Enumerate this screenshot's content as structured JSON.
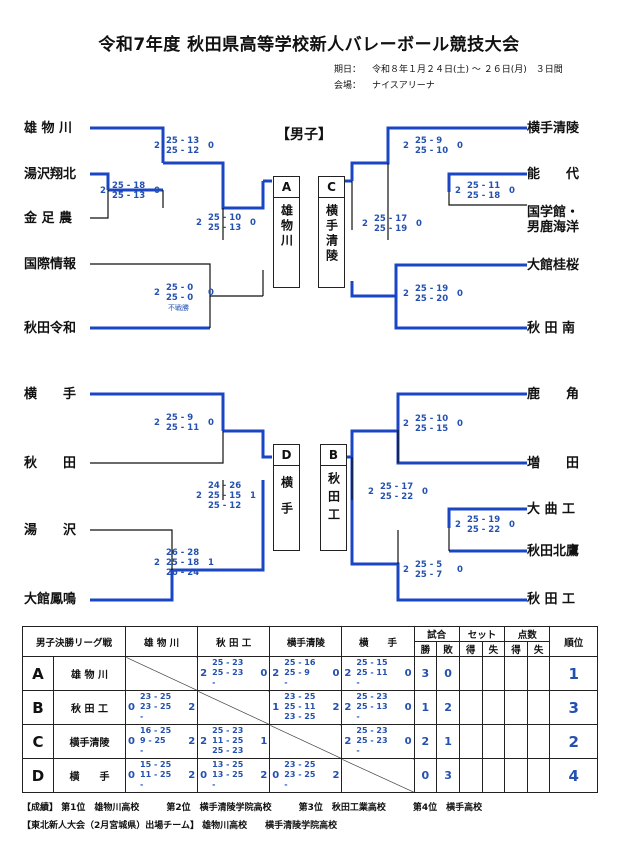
{
  "title": "令和7年度 秋田県高等学校新人バレーボール競技大会",
  "period_label": "期日：",
  "period": "令和８年１月２４日(土) ～ ２６日(月)　３日間",
  "venue_label": "会場：",
  "venue": "ナイスアリーナ",
  "section": "【男子】",
  "left_top": [
    "雄 物 川",
    "湯沢翔北",
    "金 足 農",
    "国際情報",
    "秋田令和"
  ],
  "right_top": [
    "横手清陵",
    "能　　代",
    "国学館・",
    "男鹿海洋",
    "大館桂桜",
    "秋 田 南"
  ],
  "left_bot": [
    "横　　手",
    "秋　　田",
    "湯　　沢",
    "大館鳳鳴"
  ],
  "right_bot": [
    "鹿　　角",
    "増　　田",
    "大 曲 工",
    "秋田北鷹",
    "秋 田 工"
  ],
  "scores": {
    "s1": {
      "l": "2",
      "sets": [
        "25 - 13",
        "25 - 12"
      ],
      "r": "0"
    },
    "s2": {
      "l": "2",
      "sets": [
        "25 - 18",
        "25 - 13"
      ],
      "r": "0"
    },
    "s3": {
      "l": "2",
      "sets": [
        "25 - 10",
        "25 - 13"
      ],
      "r": "0"
    },
    "s4": {
      "l": "2",
      "sets": [
        "25 - 0",
        "25 - 0"
      ],
      "r": "0",
      "note": "不戦勝"
    },
    "s5": {
      "l": "2",
      "sets": [
        "25 - 9",
        "25 - 10"
      ],
      "r": "0"
    },
    "s6": {
      "l": "2",
      "sets": [
        "25 - 11",
        "25 - 18"
      ],
      "r": "0"
    },
    "s7": {
      "l": "2",
      "sets": [
        "25 - 17",
        "25 - 19"
      ],
      "r": "0"
    },
    "s8": {
      "l": "2",
      "sets": [
        "25 - 19",
        "25 - 20"
      ],
      "r": "0"
    },
    "s9": {
      "l": "2",
      "sets": [
        "25 - 9",
        "25 - 11"
      ],
      "r": "0"
    },
    "s10": {
      "l": "2",
      "sets": [
        "24 - 26",
        "25 - 15",
        "25 - 12"
      ],
      "r": "1"
    },
    "s11": {
      "l": "2",
      "sets": [
        "26 - 28",
        "25 - 18",
        "26 - 24"
      ],
      "r": "1"
    },
    "s12": {
      "l": "2",
      "sets": [
        "25 - 10",
        "25 - 15"
      ],
      "r": "0"
    },
    "s13": {
      "l": "2",
      "sets": [
        "25 - 17",
        "25 - 22"
      ],
      "r": "0"
    },
    "s14": {
      "l": "2",
      "sets": [
        "25 - 19",
        "25 - 22"
      ],
      "r": "0"
    },
    "s15": {
      "l": "2",
      "sets": [
        "25 - 5",
        "25 - 7"
      ],
      "r": "0"
    }
  },
  "boxes": {
    "A": {
      "h": "A",
      "n": "雄物川"
    },
    "C": {
      "h": "C",
      "n": "横手清陵"
    },
    "D": {
      "h": "D",
      "n": "横手"
    },
    "B": {
      "h": "B",
      "n": "秋田工"
    }
  },
  "league": {
    "header": "男子決勝リーグ戦",
    "cols": [
      "雄 物 川",
      "秋 田 工",
      "横手清陵",
      "横　　手"
    ],
    "games": "試合",
    "sets": "セット",
    "points": "点数",
    "rank": "順位",
    "win": "勝",
    "lose": "敗",
    "get": "得",
    "loss": "失",
    "rows": [
      {
        "id": "A",
        "name": "雄 物 川",
        "cells": [
          null,
          {
            "a": "2",
            "s": [
              "25 - 23",
              "25 - 23",
              "-"
            ],
            "b": "0"
          },
          {
            "a": "2",
            "s": [
              "25 - 16",
              "25 - 9",
              "-"
            ],
            "b": "0"
          },
          {
            "a": "2",
            "s": [
              "25 - 15",
              "25 - 11",
              "-"
            ],
            "b": "0"
          }
        ],
        "w": "3",
        "l": "0",
        "rank": "1"
      },
      {
        "id": "B",
        "name": "秋 田 工",
        "cells": [
          {
            "a": "0",
            "s": [
              "23 - 25",
              "23 - 25",
              "-"
            ],
            "b": "2"
          },
          null,
          {
            "a": "1",
            "s": [
              "23 - 25",
              "25 - 11",
              "23 - 25"
            ],
            "b": "2"
          },
          {
            "a": "2",
            "s": [
              "25 - 23",
              "25 - 13",
              "-"
            ],
            "b": "0"
          }
        ],
        "w": "1",
        "l": "2",
        "rank": "3"
      },
      {
        "id": "C",
        "name": "横手清陵",
        "cells": [
          {
            "a": "0",
            "s": [
              "16 - 25",
              "9 - 25",
              "-"
            ],
            "b": "2"
          },
          {
            "a": "2",
            "s": [
              "25 - 23",
              "11 - 25",
              "25 - 23"
            ],
            "b": "1"
          },
          null,
          {
            "a": "2",
            "s": [
              "25 - 23",
              "25 - 23",
              "-"
            ],
            "b": "0"
          }
        ],
        "w": "2",
        "l": "1",
        "rank": "2"
      },
      {
        "id": "D",
        "name": "横　　手",
        "cells": [
          {
            "a": "0",
            "s": [
              "15 - 25",
              "11 - 25",
              "-"
            ],
            "b": "2"
          },
          {
            "a": "0",
            "s": [
              "13 - 25",
              "13 - 25",
              "-"
            ],
            "b": "2"
          },
          {
            "a": "0",
            "s": [
              "23 - 25",
              "23 - 25",
              "-"
            ],
            "b": "2"
          },
          null
        ],
        "w": "0",
        "l": "3",
        "rank": "4"
      }
    ]
  },
  "results": "【成績】 第1位　雄物川高校　　　第2位　横手清陵学院高校　　　第3位　秋田工業高校　　　第4位　横手高校",
  "tohoku": "【東北新人大会（2月宮城県）出場チーム】 雄物川高校　　横手清陵学院高校"
}
